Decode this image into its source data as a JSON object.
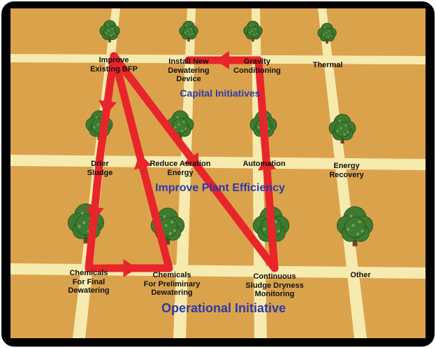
{
  "colors": {
    "background": "#dba24c",
    "road": "#f7eaae",
    "arrow": "#e8252a",
    "section_title": "#2b3aa8",
    "border": "#000000",
    "tree_foliage": "#3e7b31",
    "tree_trunk": "#6b4423"
  },
  "sections": {
    "capital": "Capital Initiatives",
    "efficiency": "Improve Plant Efficiency",
    "operational": "Operational Initiative"
  },
  "nodes": {
    "improve_bfp": "Improve\nExisting BFP",
    "install_dewatering": "Install New\nDewatering\nDevice",
    "gravity_conditioning": "Gravity\nConditioning",
    "thermal": "Thermal",
    "drier_sludge": "Drier\nSludge",
    "reduce_aeration": "Reduce Aeration\nEnergy",
    "automation": "Automation",
    "energy_recovery": "Energy\nRecovery",
    "chemicals_final": "Chemicals\nFor Final\nDewatering",
    "chemicals_preliminary": "Chemicals\nFor Preliminary\nDewatering",
    "continuous_monitoring": "Continuous\nSludge Dryness\nMonitoring",
    "other": "Other"
  },
  "tree_icon": "tree-icon",
  "paths": [
    {
      "from": "improve_bfp",
      "to": "drier_sludge"
    },
    {
      "from": "drier_sludge",
      "to": "chemicals_final"
    },
    {
      "from": "chemicals_final",
      "to": "chemicals_preliminary"
    },
    {
      "from": "chemicals_preliminary",
      "to": "improve_bfp"
    },
    {
      "from": "improve_bfp",
      "to": "continuous_monitoring"
    },
    {
      "from": "continuous_monitoring",
      "to": "gravity_conditioning"
    },
    {
      "from": "gravity_conditioning",
      "to": "install_dewatering"
    }
  ]
}
